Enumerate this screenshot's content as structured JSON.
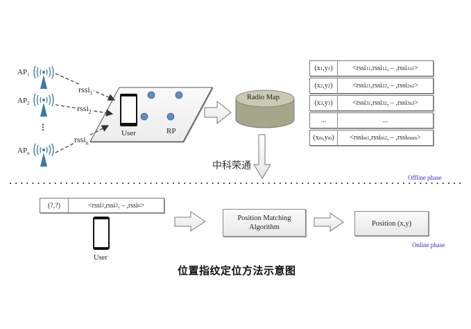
{
  "diagram": {
    "caption": "位置指纹定位方法示意图",
    "watermark": "中科荣通",
    "offline": {
      "phase_label": "Offline phase",
      "access_points": [
        {
          "label": "AP",
          "sub": "1"
        },
        {
          "label": "AP",
          "sub": "2"
        },
        {
          "label": "AP",
          "sub": "n"
        }
      ],
      "ap_ellipsis": "⋮",
      "rssi_labels": [
        {
          "label": "rssi",
          "sub": "1"
        },
        {
          "label": "rssi",
          "sub": "2"
        },
        {
          "label": "rssi",
          "sub": "n"
        }
      ],
      "plane": {
        "user_label": "User",
        "rp_label": "RP"
      },
      "radio_map_label": "Radio Map",
      "colors": {
        "ap_icon": "#3a78a8",
        "rp_dot": "#5b8fc9",
        "radio_map": "#a6a68a",
        "radio_map_top": "#cacab2"
      },
      "fingerprint_table": [
        {
          "coord": "(x",
          "coord_sub1": "1",
          "coord_mid": ",y",
          "coord_sub2": "1",
          "vec": "<rssi",
          "s1": "11",
          "m1": ",rssi",
          "s2": "12",
          "m2": ", – ,rssi",
          "s3": "1n1",
          "end": ">"
        },
        {
          "coord": "(x",
          "coord_sub1": "2",
          "coord_mid": ",y",
          "coord_sub2": "2",
          "vec": "<rssi",
          "s1": "21",
          "m1": ",rssi",
          "s2": "22",
          "m2": ", – ,rssi",
          "s3": "2n2",
          "end": ">"
        },
        {
          "coord": "(x",
          "coord_sub1": "3",
          "coord_mid": ",y",
          "coord_sub2": "3",
          "vec": "<rssi",
          "s1": "31",
          "m1": ",rssi",
          "s2": "32",
          "m2": ", – ,rssi",
          "s3": "3n3",
          "end": ">"
        },
        {
          "ellipsis1": "...",
          "ellipsis2": "..."
        },
        {
          "coord": "(x",
          "coord_sub1": "m",
          "coord_mid": ",y",
          "coord_sub2": "m",
          "vec": "<rssi",
          "s1": "m1",
          "m1": ",rssi",
          "s2": "m2",
          "m2": ", – ,rssi",
          "s3": "mnm",
          "end": ">"
        }
      ]
    },
    "online": {
      "phase_label": "Online phase",
      "query": {
        "coord": "(?,?)",
        "vec": "<rssi",
        "s1": "1",
        "m1": ",rssi",
        "s2": "2",
        "m2": ", – ,rssi",
        "s3": "n",
        "end": ">"
      },
      "user_label": "User",
      "matching_label_line1": "Position Matching",
      "matching_label_line2": "Algorithm",
      "result_label": "Position (x,y)",
      "phase_color": "#2a2ae0"
    }
  }
}
